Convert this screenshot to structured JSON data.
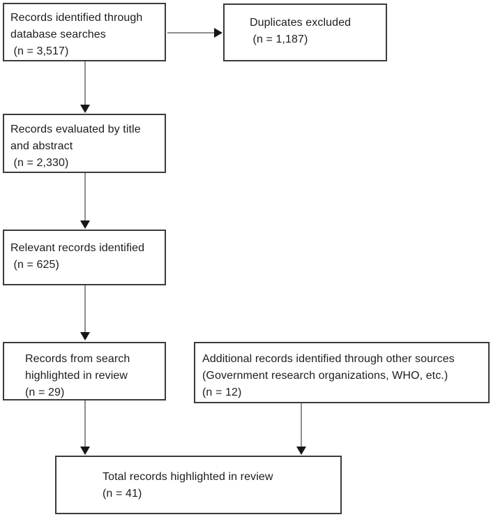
{
  "diagram": {
    "kind": "literature-review-flowchart",
    "boxes": {
      "identified": {
        "text": "Records identified through\ndatabase searches\n (n = 3,517)"
      },
      "duplicates": {
        "text": "Duplicates excluded\n (n = 1,187)"
      },
      "evaluated": {
        "text": "Records evaluated by title\nand abstract\n (n = 2,330)"
      },
      "relevant": {
        "text": "Relevant records identified\n (n = 625)"
      },
      "from_search": {
        "text": "Records from search\nhighlighted in review\n(n = 29)"
      },
      "additional": {
        "text": "Additional records identified through other sources\n(Government research organizations, WHO, etc.)\n(n = 12)"
      },
      "total": {
        "text": "Total records highlighted in review\n(n = 41)"
      }
    },
    "counts": {
      "identified": 3517,
      "duplicates_excluded": 1187,
      "evaluated_title_abstract": 2330,
      "relevant_identified": 625,
      "from_search_highlighted": 29,
      "additional_other_sources": 12,
      "total_highlighted": 41
    },
    "colors": {
      "background": "#ffffff",
      "box_border": "#3b3b3b",
      "arrow_line": "#8f8f8f",
      "arrow_head": "#161616",
      "text": "#1c1c1c"
    }
  }
}
